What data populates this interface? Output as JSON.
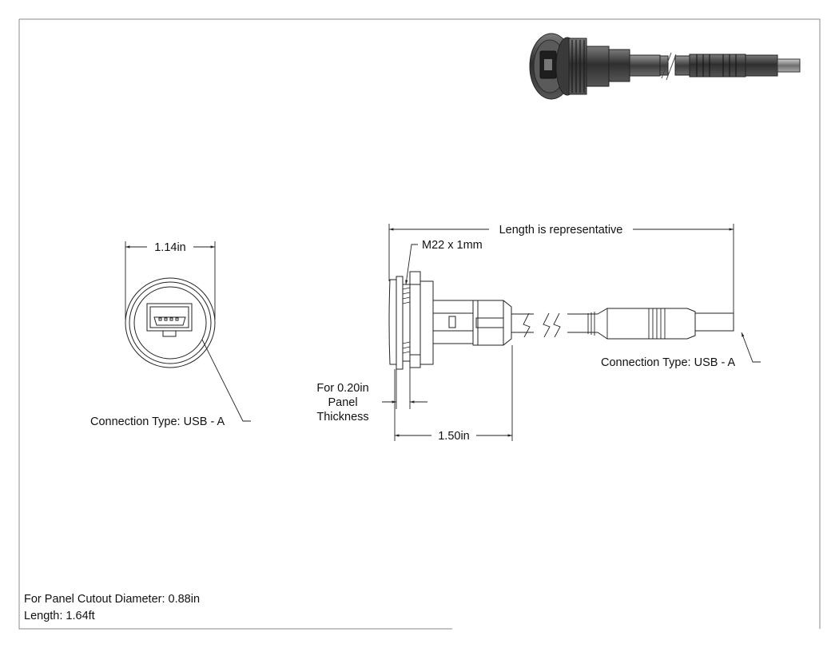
{
  "front_view": {
    "width_label": "1.14in",
    "connection_label": "Connection Type: USB - A"
  },
  "side_view": {
    "length_label": "Length is representative",
    "thread_label": "M22 x 1mm",
    "panel_label_lines": [
      "For 0.20in",
      "Panel",
      "Thickness"
    ],
    "depth_label": "1.50in",
    "connection_label": "Connection Type: USB - A"
  },
  "notes": {
    "cutout": "For Panel Cutout Diameter: 0.88in",
    "length": "Length: 1.64ft"
  },
  "colors": {
    "line": "#222222",
    "render_dark": "#3a3a3a",
    "render_mid": "#6a6a6a",
    "render_light": "#9a9a9a"
  }
}
